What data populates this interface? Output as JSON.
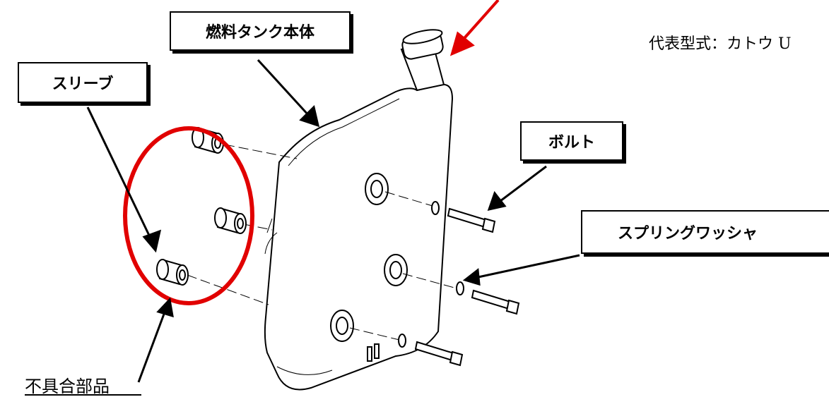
{
  "labels": {
    "tank_body": "燃料タンク本体",
    "sleeve": "スリーブ",
    "bolt": "ボルト",
    "spring_washer": "スプリングワッシャ",
    "defective_part": "不具合部品",
    "model": "代表型式：カトウ U"
  },
  "colors": {
    "highlight": "#e10000",
    "line": "#000000",
    "background": "#ffffff"
  }
}
